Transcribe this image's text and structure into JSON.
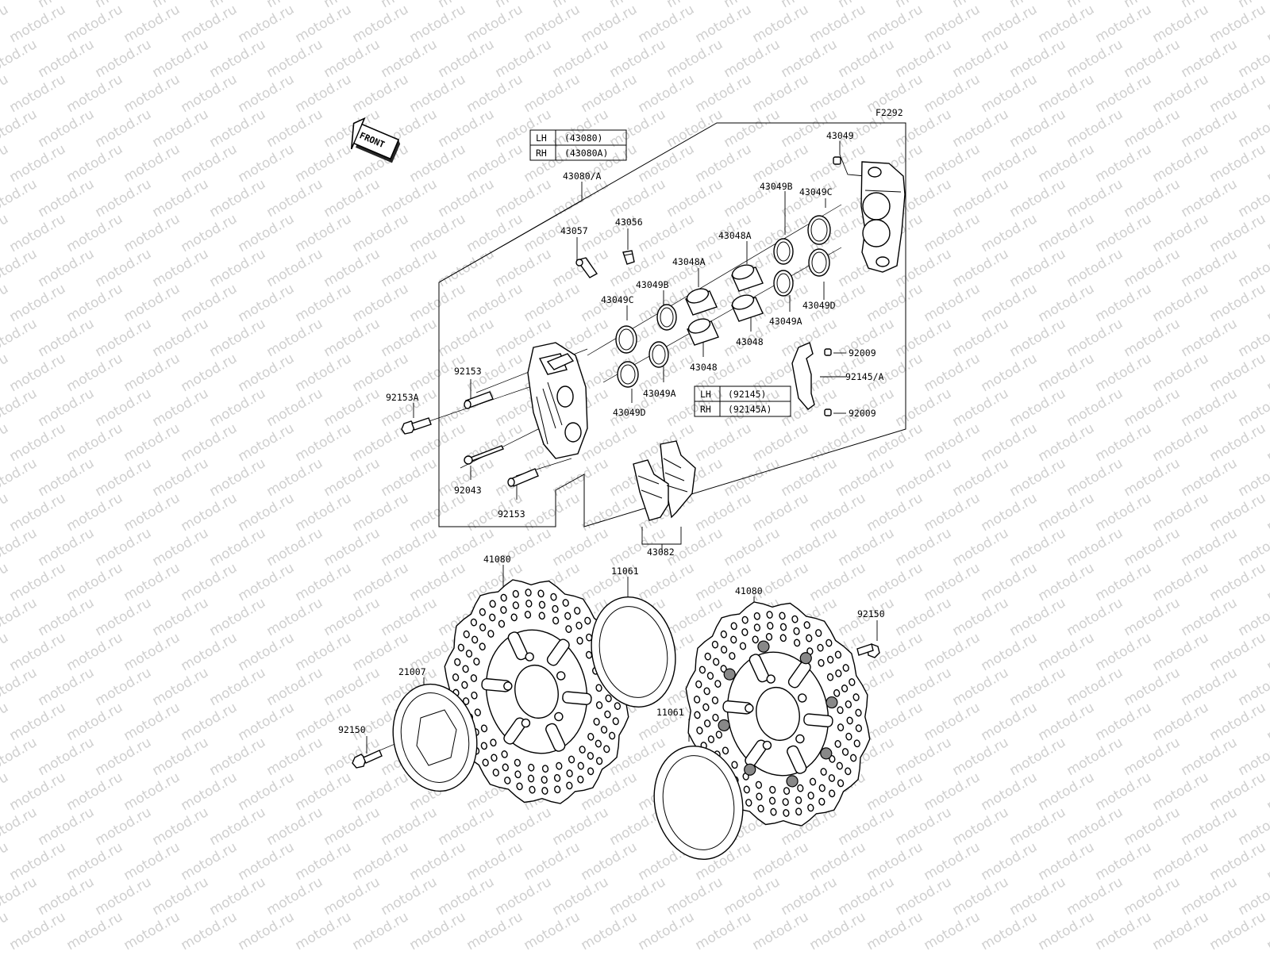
{
  "watermark": "motod.ru",
  "figure_code": "F2292",
  "front_label": "FRONT",
  "caliper_variant_table": [
    [
      "LH",
      "(43080)"
    ],
    [
      "RH",
      "(43080A)"
    ]
  ],
  "bracket_variant_table": [
    [
      "LH",
      "(92145)"
    ],
    [
      "RH",
      "(92145A)"
    ]
  ],
  "part_numbers": {
    "caliper_assy": "43080/A",
    "bleeder_cap": "43057",
    "bleeder_valve": "43056",
    "pad_spring": "43049",
    "seal_c_right": "43049C",
    "seal_b_right": "43049B",
    "piston_a_right": "43048A",
    "piston_a_left": "43048A",
    "seal_b_left": "43049B",
    "seal_c_left": "43049C",
    "seal_d_right": "43049D",
    "seal_a_right": "43049A",
    "piston_right": "43048",
    "piston_left": "43048",
    "seal_a_left": "43049A",
    "seal_d_left": "43049D",
    "bolt_92153_top": "92153",
    "bolt_92153a": "92153A",
    "bolt_92153_bottom": "92153",
    "pin_92043": "92043",
    "screw_92009_top": "92009",
    "screw_92009_bottom": "92009",
    "bracket": "92145/A",
    "brake_pads": "43082",
    "disc_left": "41080",
    "disc_right": "41080",
    "shim_left": "11061",
    "shim_right": "11061",
    "sensor_ring": "21007",
    "bolt_92150_left": "92150",
    "bolt_92150_right": "92150"
  }
}
